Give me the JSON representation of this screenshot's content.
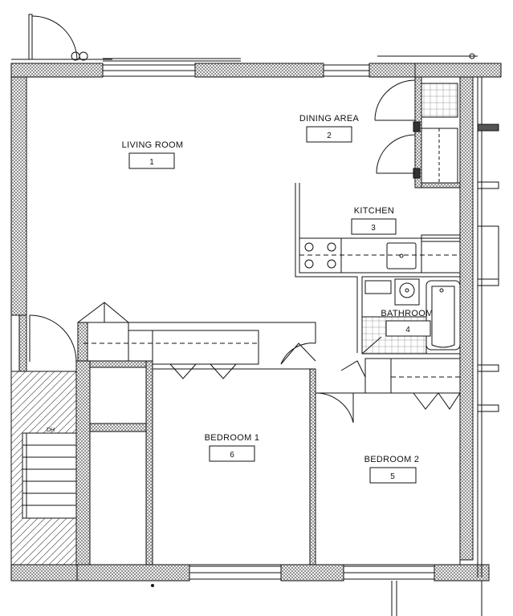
{
  "rooms": [
    {
      "key": "living",
      "name": "LIVING ROOM",
      "number": "1"
    },
    {
      "key": "dining",
      "name": "DINING AREA",
      "number": "2"
    },
    {
      "key": "kitchen",
      "name": "KITCHEN",
      "number": "3"
    },
    {
      "key": "bathroom",
      "name": "BATHROOM",
      "number": "4"
    },
    {
      "key": "bedroom2",
      "name": "BEDROOM 2",
      "number": "5"
    },
    {
      "key": "bedroom1",
      "name": "BEDROOM 1",
      "number": "6"
    }
  ],
  "annotations": {
    "dh": "DH"
  },
  "colors": {
    "line": "#111111",
    "wall_hatch": "#555555",
    "tile_grid": "#9a9a9a",
    "background": "#ffffff"
  }
}
